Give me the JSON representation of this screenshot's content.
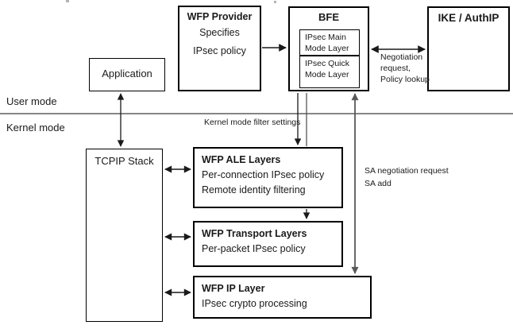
{
  "diagram": {
    "mode_labels": {
      "user": "User mode",
      "kernel": "Kernel mode"
    },
    "annotations": {
      "kernel_filter_settings": "Kernel mode filter settings",
      "negotiation_lines": [
        "Negotiation",
        "request,",
        "Policy lookup"
      ],
      "sa_lines": [
        "SA negotiation request",
        "SA add"
      ]
    },
    "boxes": {
      "wfp_provider": {
        "title": "WFP Provider",
        "lines": [
          "Specifies",
          "IPsec policy"
        ]
      },
      "bfe": {
        "title": "BFE",
        "inner_boxes": [
          {
            "lines": [
              "IPsec Main",
              "Mode Layer"
            ]
          },
          {
            "lines": [
              "IPsec Quick",
              "Mode Layer"
            ]
          }
        ]
      },
      "ike_authip": {
        "title": "IKE / AuthIP"
      },
      "application": {
        "title": "Application"
      },
      "tcpip_stack": {
        "title": "TCPIP Stack"
      },
      "wfp_ale": {
        "title": "WFP ALE Layers",
        "lines": [
          "Per-connection IPsec policy",
          "Remote identity filtering"
        ]
      },
      "wfp_transport": {
        "title": "WFP Transport Layers",
        "lines": [
          "Per-packet IPsec policy"
        ]
      },
      "wfp_ip": {
        "title": "WFP IP Layer",
        "lines": [
          "IPsec crypto processing"
        ]
      }
    },
    "colors": {
      "box_border": "#000000",
      "text": "#1a1a1a",
      "sa_arrow_gray": "#595959"
    }
  }
}
